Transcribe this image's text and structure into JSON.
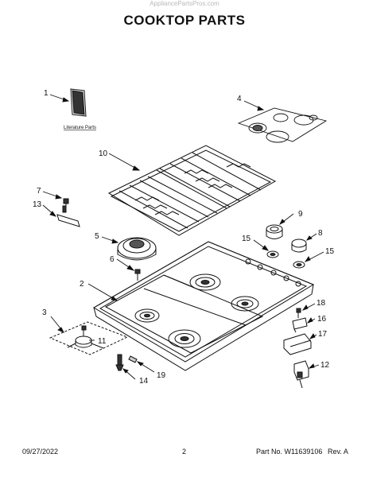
{
  "header": {
    "site": "AppliancePartsPros.com",
    "title": "COOKTOP PARTS"
  },
  "callouts": [
    "1",
    "2",
    "3",
    "4",
    "5",
    "6",
    "7",
    "8",
    "9",
    "10",
    "11",
    "12",
    "13",
    "14",
    "15",
    "15",
    "16",
    "17",
    "18",
    "19"
  ],
  "literature_label": "Literature Parts",
  "footer": {
    "date": "09/27/2022",
    "page": "2",
    "part_no": "Part No. W11639106",
    "rev": "Rev. A"
  }
}
